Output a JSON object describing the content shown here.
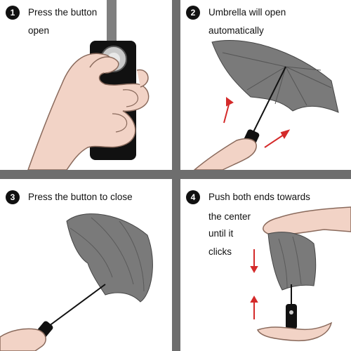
{
  "colors": {
    "divider": "#6e6e6e",
    "skin": "#f2d3c6",
    "skin_outline": "#8a6a5c",
    "canopy": "#7a7a7a",
    "canopy_dark": "#5a5a5a",
    "handle": "#111111",
    "arrow": "#d42a2a"
  },
  "steps": [
    {
      "number": "1",
      "lines": [
        "Press the button",
        "open"
      ]
    },
    {
      "number": "2",
      "lines": [
        "Umbrella will open",
        "automatically"
      ]
    },
    {
      "number": "3",
      "lines": [
        "Press the button to close"
      ]
    },
    {
      "number": "4",
      "lines": [
        "Push both ends towards",
        "the center",
        "until it",
        "clicks"
      ]
    }
  ]
}
